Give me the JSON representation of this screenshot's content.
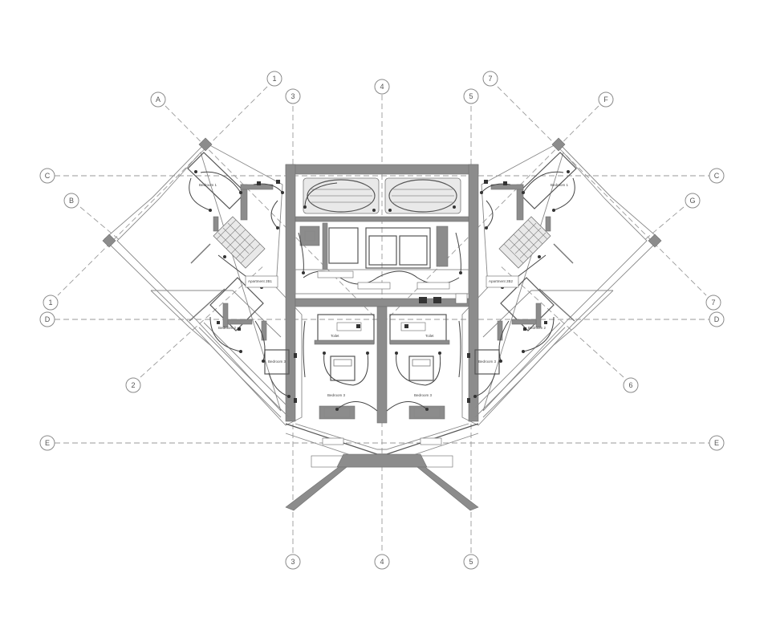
{
  "grid_labels": {
    "one_top": "1",
    "one_bottom": "1",
    "two": "2",
    "three_top": "3",
    "three_bottom": "3",
    "four_top": "4",
    "four_bottom": "4",
    "five_top": "5",
    "five_bottom": "5",
    "six": "6",
    "seven_top": "7",
    "seven_bottom": "7",
    "a": "A",
    "b": "B",
    "c_left": "C",
    "c_right": "C",
    "d_left": "D",
    "d_right": "D",
    "e_left": "E",
    "e_right": "E",
    "f": "F",
    "g": "G"
  },
  "rooms": {
    "bedroom_tl": "Bedroom 1",
    "bedroom_tr": "Bedroom 1",
    "bedroom_ml": "Bedroom 2",
    "bedroom_mr": "Bedroom 2",
    "bedroom_cl": "Bedroom 3",
    "bedroom_cr": "Bedroom 3",
    "bedroom_sl": "Bedroom 3",
    "bedroom_sr": "Bedroom 3",
    "toilet_l": "Toilet",
    "toilet_r": "Toilet",
    "apt_l": "Apartment 2B1",
    "apt_r": "Apartment 2B2"
  }
}
